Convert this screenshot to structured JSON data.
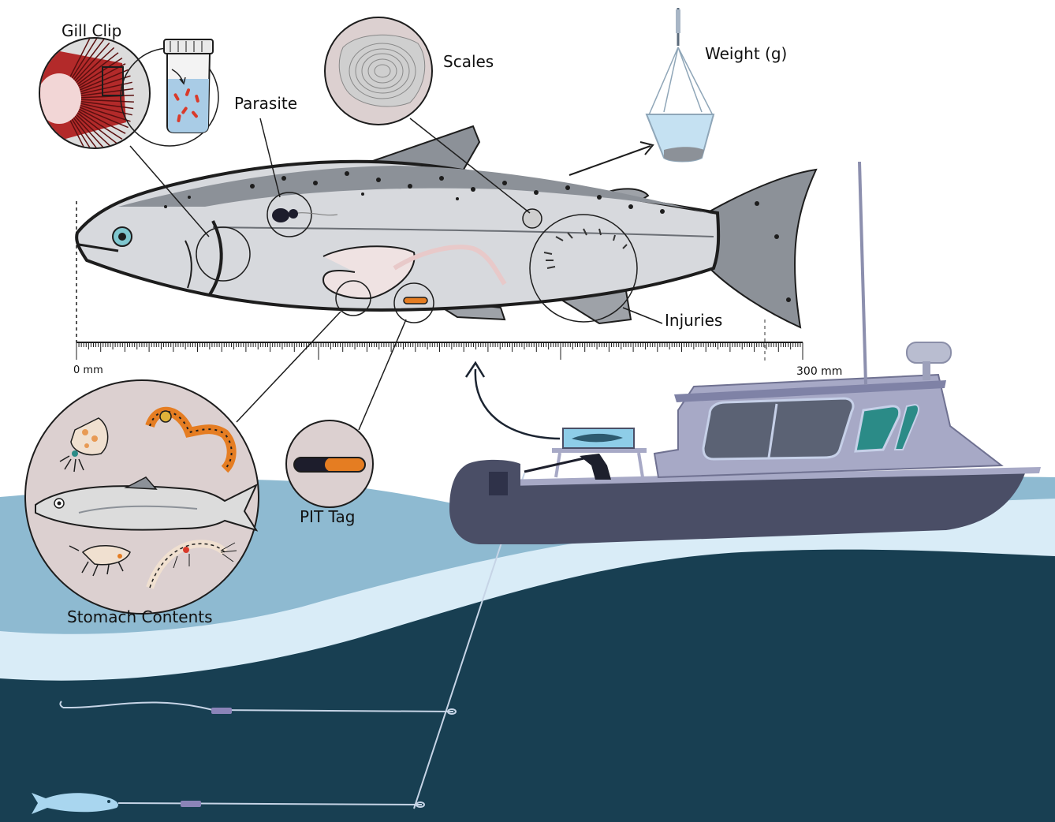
{
  "labels": {
    "gill_clip": "Gill Clip",
    "parasite": "Parasite",
    "scales": "Scales",
    "weight": "Weight (g)",
    "injuries": "Injuries",
    "pit_tag": "PIT Tag",
    "stomach_contents": "Stomach Contents"
  },
  "ruler": {
    "start_label": "0 mm",
    "end_label": "300 mm"
  },
  "colors": {
    "sea_light": "#8ebad1",
    "sea_foam": "#d9ecf7",
    "sea_deep": "#183f52",
    "fish_body": "#d7d9dd",
    "fish_back": "#8c9198",
    "boat_hull": "#4a4e66",
    "boat_cabin": "#a7a9c6",
    "gill_red": "#b32a2a",
    "pit_orange": "#e57d22",
    "circle_fill": "#dcd0d0"
  }
}
